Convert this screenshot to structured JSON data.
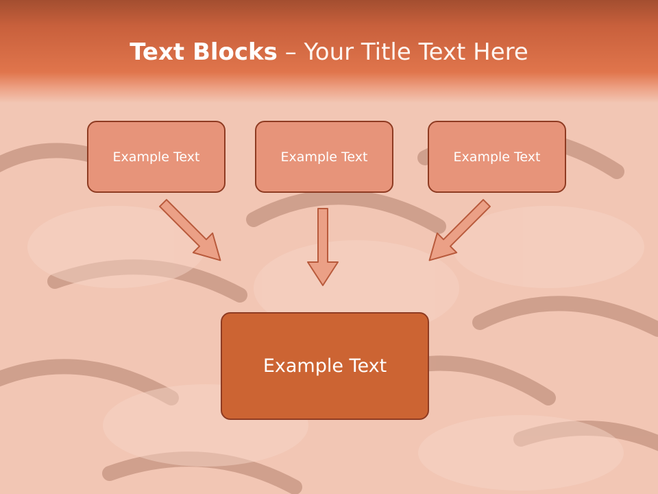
{
  "title": {
    "bold": "Text Blocks",
    "separator": " – ",
    "rest": "Your Title Text Here"
  },
  "boxes": {
    "top_left": "Example Text",
    "top_center": "Example Text",
    "top_right": "Example Text",
    "bottom": "Example Text"
  },
  "colors": {
    "header": "#e0754c",
    "small_box_fill": "#e7947a",
    "big_box_fill": "#cc6433",
    "border": "#8e3b22",
    "arrow_fill": "#eba086"
  }
}
